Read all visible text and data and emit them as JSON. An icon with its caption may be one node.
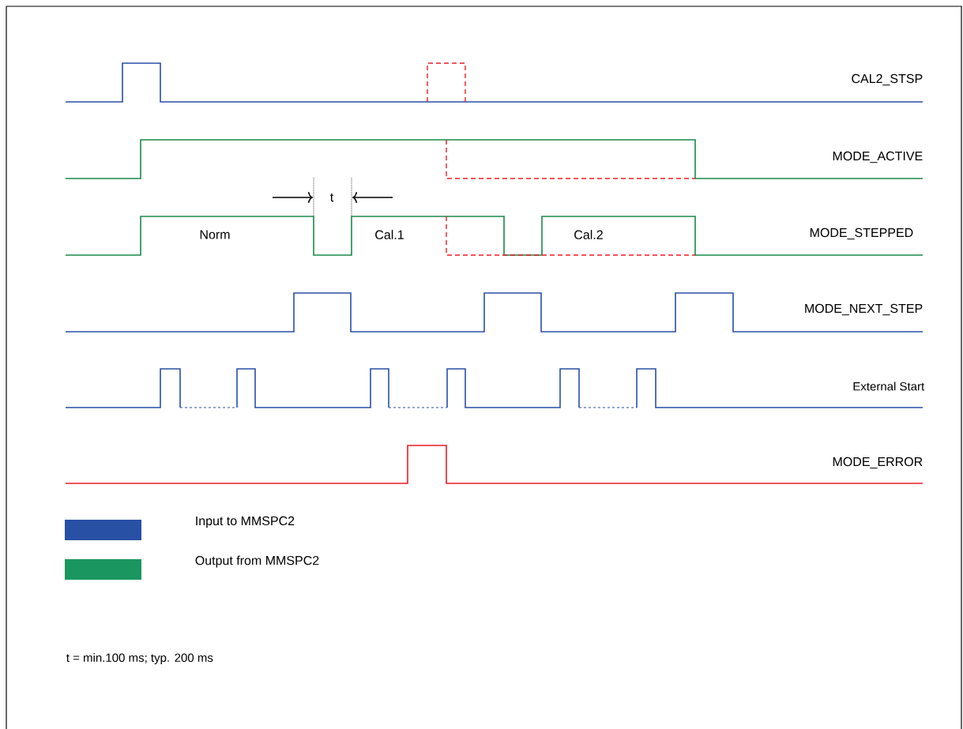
{
  "diagram": {
    "labels": [
      "CAL2_STSP",
      "MODE_ACTIVE",
      "t",
      "Norm",
      "Cal.1",
      "Cal.2",
      "MODE_STEPPED",
      "MODE_NEXT_STEP",
      "External Start",
      "MODE_ERROR",
      "t = min.100 ms; typ. 200 ms"
    ],
    "legend": [
      {
        "text": "Input to MMSPC2",
        "color": "#2850a5"
      },
      {
        "text": "Output from MMSPC2",
        "color": "#1a9660"
      }
    ]
  }
}
